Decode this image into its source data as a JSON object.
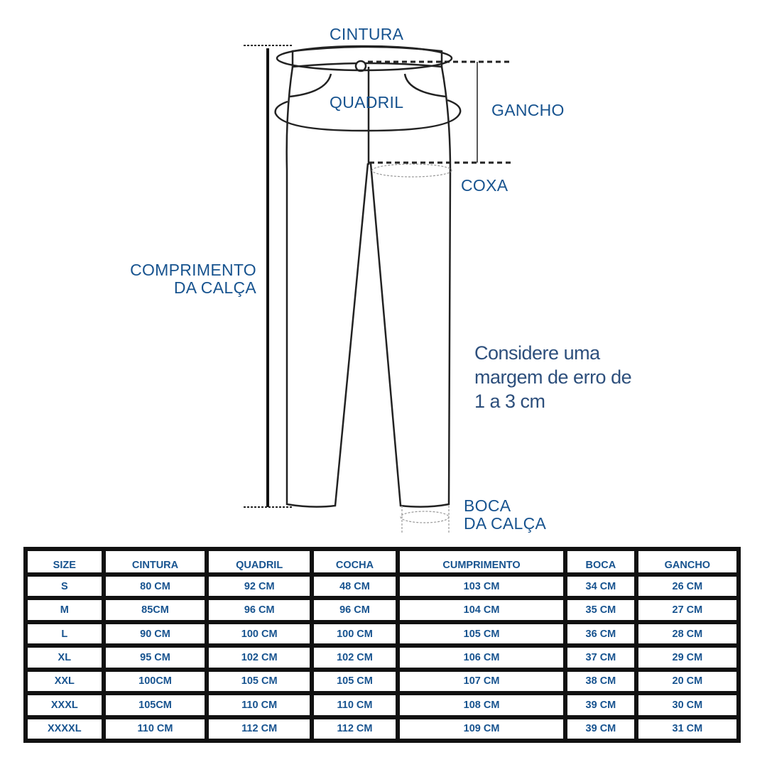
{
  "labels": {
    "cintura": "CINTURA",
    "quadril": "QUADRIL",
    "gancho": "GANCHO",
    "coxa": "COXA",
    "comprimento_line1": "COMPRIMENTO",
    "comprimento_line2": "DA CALÇA",
    "boca_line1": "BOCA",
    "boca_line2": "DA CALÇA"
  },
  "note": {
    "line1": "Considere uma",
    "line2": "margem de erro de",
    "line3": "1 a 3 cm"
  },
  "colors": {
    "label": "#17538f",
    "note": "#2d4f7c",
    "border": "#111111"
  },
  "table": {
    "headers": [
      "SIZE",
      "CINTURA",
      "QUADRIL",
      "COCHA",
      "CUMPRIMENTO",
      "BOCA",
      "GANCHO"
    ],
    "rows": [
      [
        "S",
        "80 CM",
        "92 CM",
        "48 CM",
        "103 CM",
        "34 CM",
        "26 CM"
      ],
      [
        "M",
        "85CM",
        "96 CM",
        "96 CM",
        "104 CM",
        "35 CM",
        "27 CM"
      ],
      [
        "L",
        "90 CM",
        "100 CM",
        "100 CM",
        "105 CM",
        "36 CM",
        "28 CM"
      ],
      [
        "XL",
        "95 CM",
        "102 CM",
        "102 CM",
        "106 CM",
        "37 CM",
        "29 CM"
      ],
      [
        "XXL",
        "100CM",
        "105 CM",
        "105 CM",
        "107 CM",
        "38 CM",
        "20 CM"
      ],
      [
        "XXXL",
        "105CM",
        "110 CM",
        "110 CM",
        "108 CM",
        "39 CM",
        "30 CM"
      ],
      [
        "XXXXL",
        "110 CM",
        "112 CM",
        "112 CM",
        "109 CM",
        "39 CM",
        "31 CM"
      ]
    ]
  }
}
